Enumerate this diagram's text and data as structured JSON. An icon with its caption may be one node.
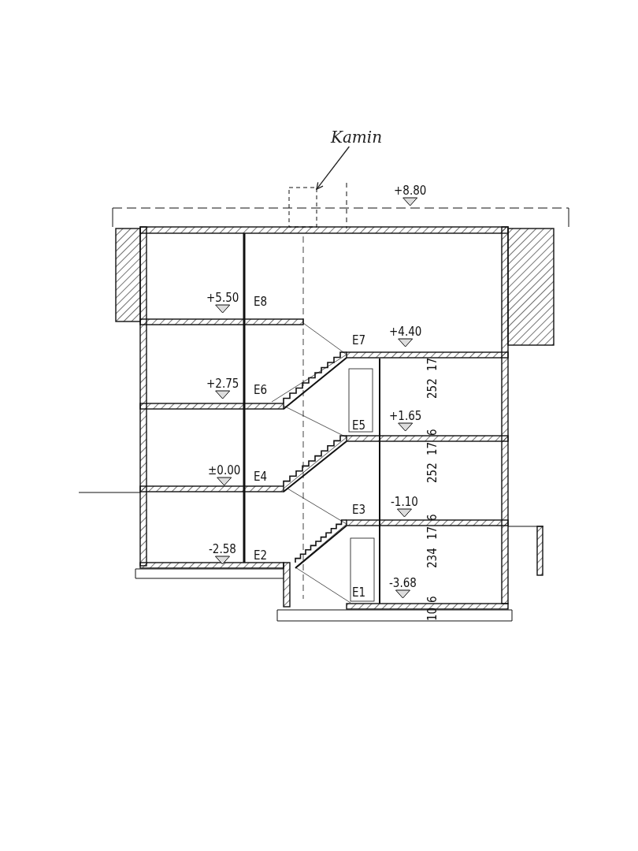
{
  "diagram": {
    "nodes": [
      {
        "text": [
          "Kamin"
        ]
      },
      {
        "text": [],
        "shape": "box"
      }
    ],
    "edges": [
      {
        "from": 0,
        "to": 1,
        "arrow": "to"
      }
    ],
    "labels": [
      "+8.80",
      "+5.50",
      "E8",
      "+4.40",
      "E7",
      "17",
      "+2.75",
      "E6",
      "252",
      "+1.65",
      "E5",
      "6",
      "17",
      "±0.00",
      "E4",
      "252",
      "-1.10",
      "E3",
      "6",
      "17",
      "-2.58",
      "E2",
      "234",
      "-3.68",
      "E1",
      "6",
      "10"
    ]
  }
}
